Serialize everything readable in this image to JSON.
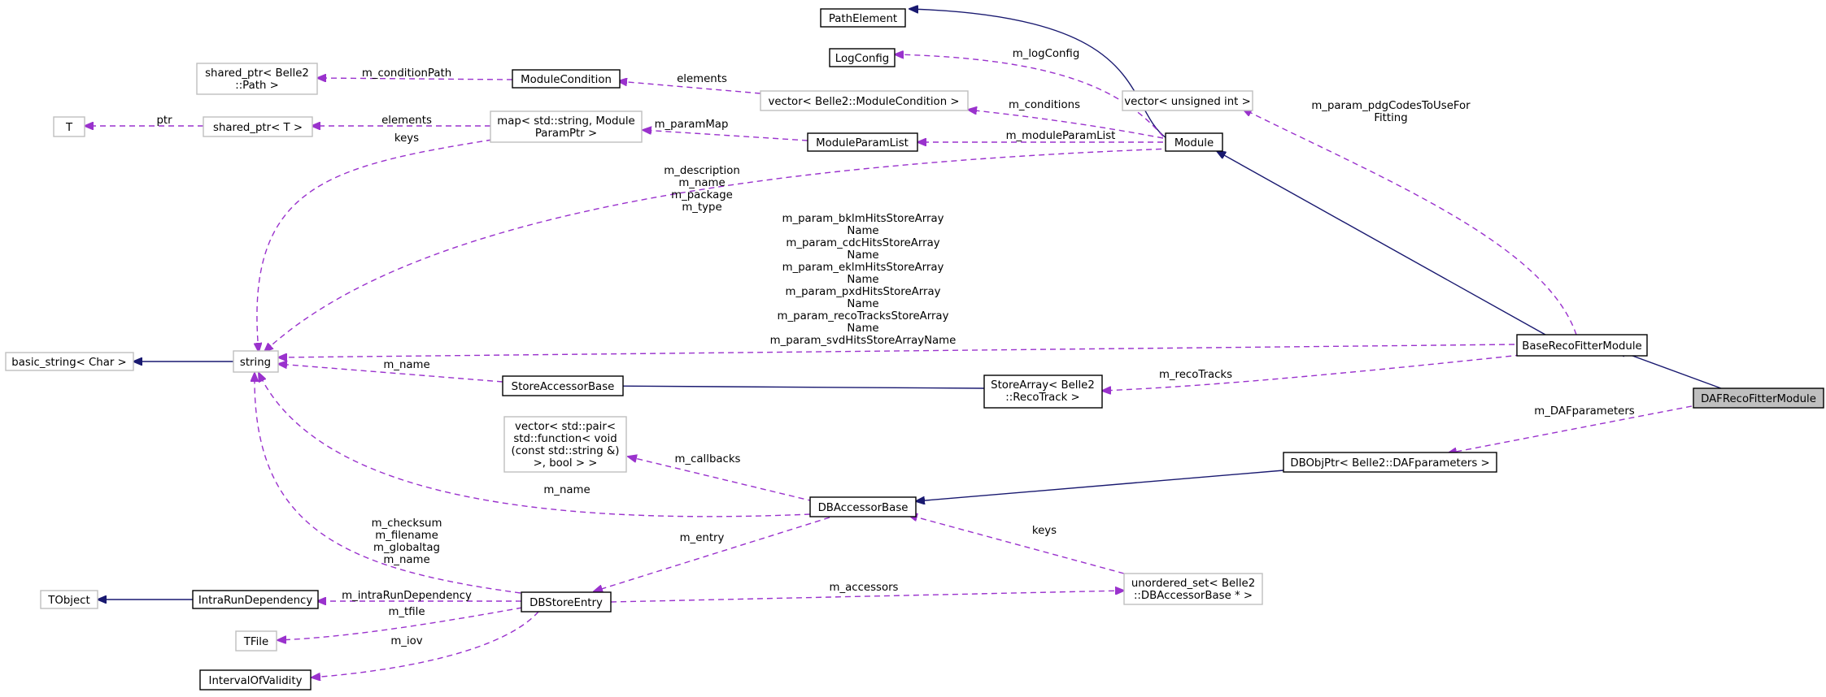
{
  "nodes": {
    "PathElement": [
      "PathElement"
    ],
    "LogConfig": [
      "LogConfig"
    ],
    "shared_ptr_path": [
      "shared_ptr< Belle2",
      "::Path >"
    ],
    "ModuleCondition": [
      "ModuleCondition"
    ],
    "vector_modcond": [
      "vector< Belle2::ModuleCondition >"
    ],
    "vector_uint": [
      "vector< unsigned int >"
    ],
    "T": [
      "T"
    ],
    "shared_ptr_T": [
      "shared_ptr< T >"
    ],
    "map_param": [
      "map< std::string, Module",
      "ParamPtr >"
    ],
    "ModuleParamList": [
      "ModuleParamList"
    ],
    "Module": [
      "Module"
    ],
    "basic_string": [
      "basic_string< Char >"
    ],
    "string": [
      "string"
    ],
    "BaseRecoFitterModule": [
      "BaseRecoFitterModule"
    ],
    "StoreAccessorBase": [
      "StoreAccessorBase"
    ],
    "StoreArray": [
      "StoreArray< Belle2",
      "::RecoTrack >"
    ],
    "DAFRecoFitterModule": [
      "DAFRecoFitterModule"
    ],
    "vector_callbacks": [
      "vector< std::pair<",
      "std::function< void",
      "(const std::string &)",
      ">, bool > >"
    ],
    "DBObjPtr": [
      "DBObjPtr< Belle2::DAFparameters >"
    ],
    "DBAccessorBase": [
      "DBAccessorBase"
    ],
    "TObject": [
      "TObject"
    ],
    "IntraRunDependency": [
      "IntraRunDependency"
    ],
    "DBStoreEntry": [
      "DBStoreEntry"
    ],
    "unordered_set": [
      "unordered_set< Belle2",
      "::DBAccessorBase * >"
    ],
    "TFile": [
      "TFile"
    ],
    "IntervalOfValidity": [
      "IntervalOfValidity"
    ]
  },
  "edge_labels": {
    "m_logConfig": [
      "m_logConfig"
    ],
    "m_conditionPath": [
      "m_conditionPath"
    ],
    "elements_modcond": [
      "elements"
    ],
    "m_conditions": [
      "m_conditions"
    ],
    "m_param_pdg": [
      "m_param_pdgCodesToUseFor",
      "Fitting"
    ],
    "ptr": [
      "ptr"
    ],
    "elements_sp": [
      "elements"
    ],
    "keys_map": [
      "keys"
    ],
    "m_paramMap": [
      "m_paramMap"
    ],
    "m_moduleParamList": [
      "m_moduleParamList"
    ],
    "module_strings": [
      "m_description",
      "m_name",
      "m_package",
      "m_type"
    ],
    "store_names": [
      "m_param_bklmHitsStoreArray",
      "Name",
      "m_param_cdcHitsStoreArray",
      "Name",
      "m_param_eklmHitsStoreArray",
      "Name",
      "m_param_pxdHitsStoreArray",
      "Name",
      "m_param_recoTracksStoreArray",
      "Name",
      "m_param_svdHitsStoreArrayName"
    ],
    "m_name_store": [
      "m_name"
    ],
    "m_recoTracks": [
      "m_recoTracks"
    ],
    "m_DAFparameters": [
      "m_DAFparameters"
    ],
    "m_callbacks": [
      "m_callbacks"
    ],
    "m_name_db": [
      "m_name"
    ],
    "keys_set": [
      "keys"
    ],
    "m_entry": [
      "m_entry"
    ],
    "entry_strings": [
      "m_checksum",
      "m_filename",
      "m_globaltag",
      "m_name"
    ],
    "m_intraRunDependency": [
      "m_intraRunDependency"
    ],
    "m_accessors": [
      "m_accessors"
    ],
    "m_tfile": [
      "m_tfile"
    ],
    "m_iov": [
      "m_iov"
    ]
  },
  "colors": {
    "inheritance": "#191970",
    "usage": "#9a32cd",
    "external_border": "#bfbfbf",
    "focus_fill": "#bfbfbf"
  }
}
